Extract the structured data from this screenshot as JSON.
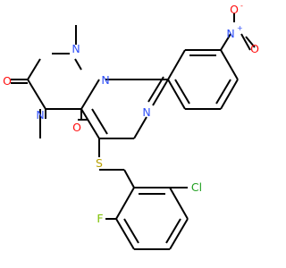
{
  "atoms": {
    "n_nitro": {
      "text": "N",
      "color": "#3050F8"
    },
    "n_nitro_plus": {
      "text": "+",
      "color": "#3050F8"
    },
    "o_nitro_1": {
      "text": "O",
      "color": "#FF0D0D"
    },
    "o_nitro_minus": {
      "text": "-",
      "color": "#FF0D0D"
    },
    "o_nitro_2": {
      "text": "O",
      "color": "#FF0D0D"
    },
    "n1": {
      "text": "N",
      "color": "#3050F8"
    },
    "n8": {
      "text": "N",
      "color": "#3050F8"
    },
    "n6": {
      "text": "N",
      "color": "#3050F8"
    },
    "n3": {
      "text": "N",
      "color": "#3050F8"
    },
    "o2": {
      "text": "O",
      "color": "#FF0D0D"
    },
    "o4": {
      "text": "O",
      "color": "#FF0D0D"
    },
    "s": {
      "text": "S",
      "color": "#B8A000"
    },
    "f": {
      "text": "F",
      "color": "#7CC000"
    },
    "cl": {
      "text": "Cl",
      "color": "#1FA01F"
    }
  }
}
